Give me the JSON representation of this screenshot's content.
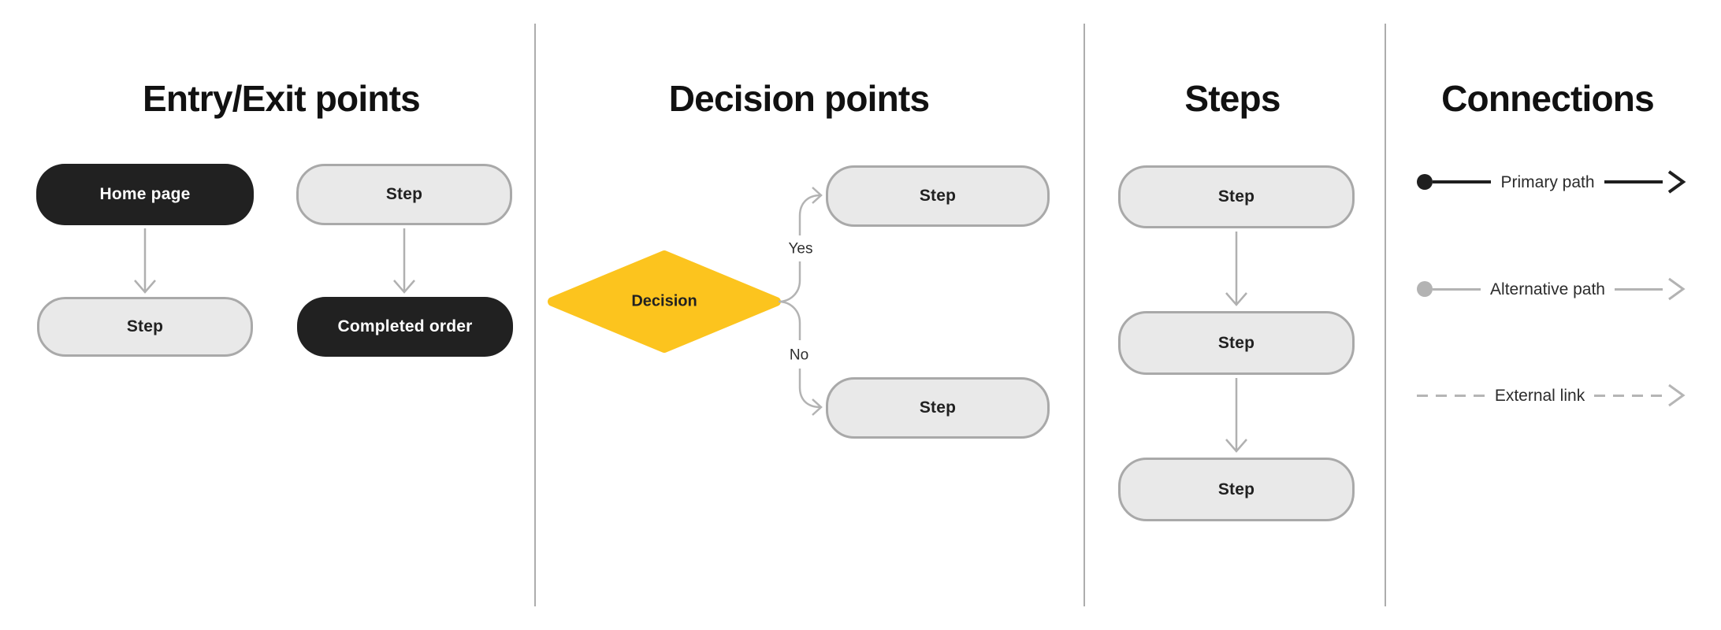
{
  "sections": {
    "entry_exit": {
      "title": "Entry/Exit points",
      "nodes": {
        "home_page": {
          "label": "Home page",
          "type": "entry"
        },
        "step_top": {
          "label": "Step",
          "type": "step"
        },
        "step_bottom": {
          "label": "Step",
          "type": "step"
        },
        "completed_order": {
          "label": "Completed order",
          "type": "exit"
        }
      }
    },
    "decision": {
      "title": "Decision points",
      "diamond_label": "Decision",
      "yes_label": "Yes",
      "no_label": "No",
      "step_yes": {
        "label": "Step"
      },
      "step_no": {
        "label": "Step"
      }
    },
    "steps": {
      "title": "Steps",
      "nodes": [
        {
          "label": "Step"
        },
        {
          "label": "Step"
        },
        {
          "label": "Step"
        }
      ]
    },
    "connections": {
      "title": "Connections",
      "legend": [
        {
          "label": "Primary path",
          "style": "solid-dark"
        },
        {
          "label": "Alternative path",
          "style": "solid-gray"
        },
        {
          "label": "External link",
          "style": "dashed-gray"
        }
      ]
    }
  },
  "colors": {
    "background": "#ffffff",
    "dark_node": "#212121",
    "light_node_fill": "#e9e9e9",
    "light_node_border": "#a9a9a9",
    "decision_yellow": "#fcc41e",
    "connector_gray": "#b0b0b0",
    "primary_path_black": "#1f1f1f",
    "divider_gray": "#adadad",
    "text_dark": "#111111"
  }
}
